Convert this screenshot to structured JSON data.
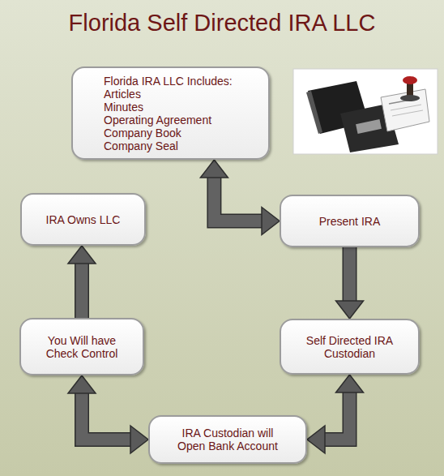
{
  "diagram": {
    "title": "Florida Self Directed IRA LLC",
    "nodes": [
      {
        "text": [
          "Florida IRA LLC Includes:",
          "Articles",
          "Minutes",
          "Operating Agreement",
          "Company Book",
          "Company Seal"
        ]
      },
      {
        "text": [
          "IRA Owns LLC"
        ]
      },
      {
        "text": [
          "Present IRA"
        ]
      },
      {
        "text": [
          "You Will have Check Control"
        ]
      },
      {
        "text": [
          "Self Directed IRA Custodian"
        ]
      },
      {
        "text": [
          "IRA Custodian will Open Bank Account"
        ]
      }
    ],
    "edges": [
      {
        "from": 0,
        "to": 2,
        "arrow": "both"
      },
      {
        "from": 2,
        "to": 4,
        "arrow": "to"
      },
      {
        "from": 4,
        "to": 5,
        "arrow": "both"
      },
      {
        "from": 5,
        "to": 3,
        "arrow": "both"
      },
      {
        "from": 3,
        "to": 1,
        "arrow": "to"
      }
    ]
  }
}
